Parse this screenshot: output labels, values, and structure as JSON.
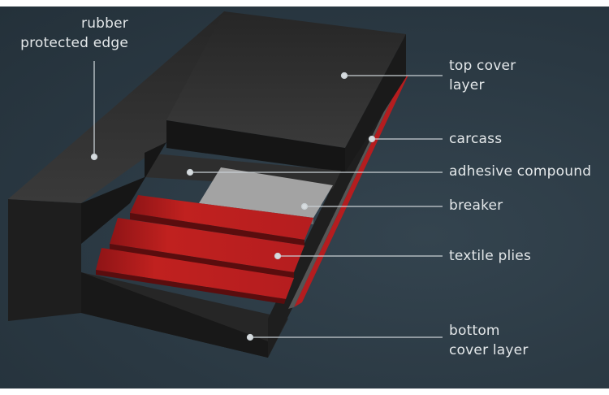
{
  "labels": {
    "rubber_edge": [
      "rubber",
      "protected edge"
    ],
    "top_cover": [
      "top cover",
      "layer"
    ],
    "carcass": "carcass",
    "adhesive": "adhesive compound",
    "breaker": "breaker",
    "textile": "textile plies",
    "bottom_cover": [
      "bottom",
      "cover layer"
    ]
  },
  "colors": {
    "background": "#2b3a44",
    "rubber": "#1c1c1c",
    "ply": "#b51d1f",
    "breaker": "#9a9a9a"
  }
}
